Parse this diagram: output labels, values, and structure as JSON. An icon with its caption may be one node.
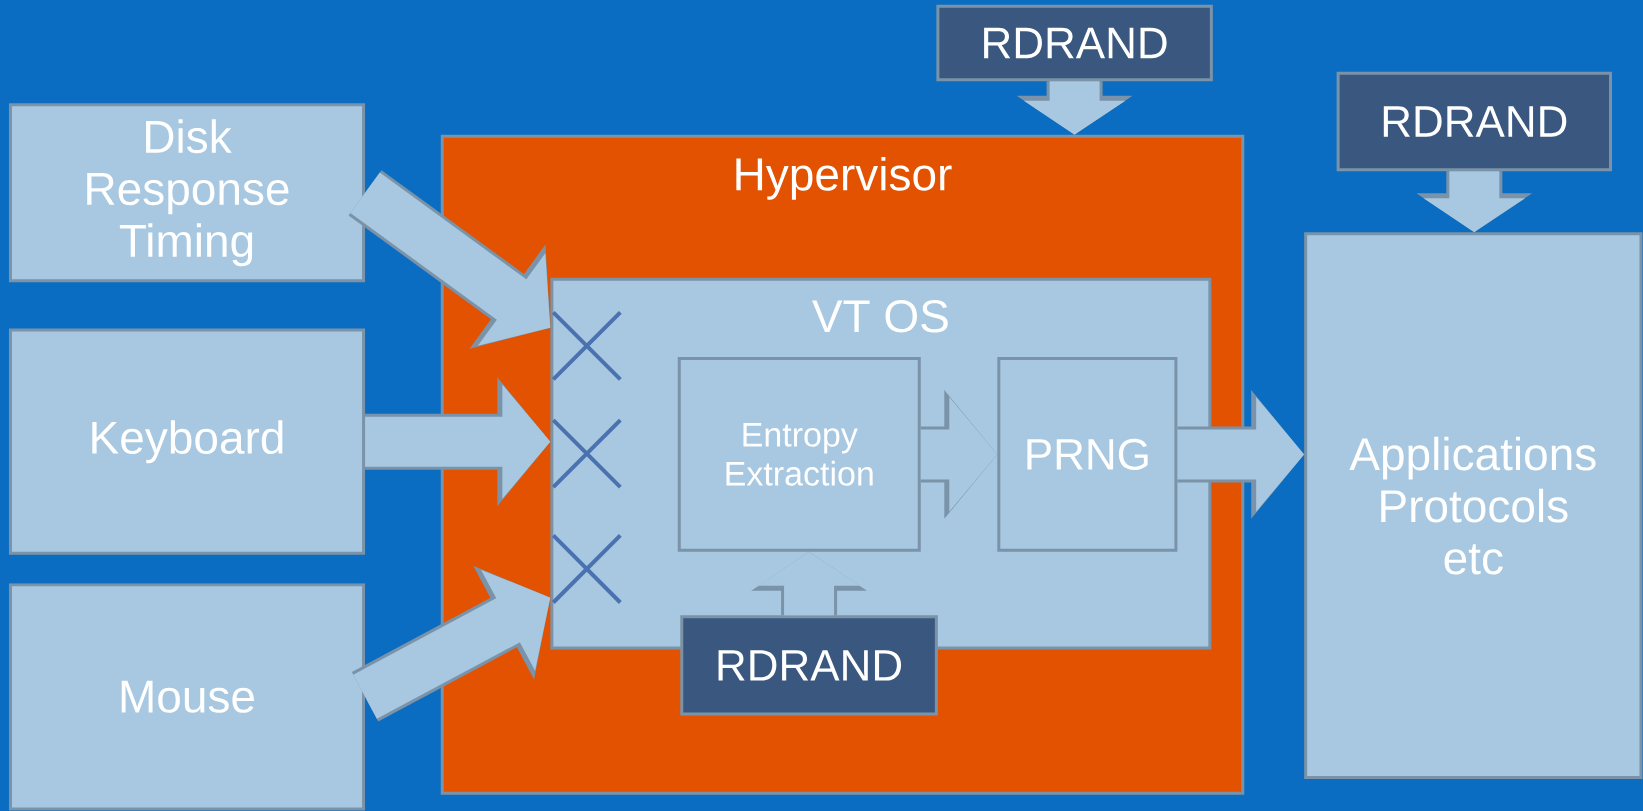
{
  "diagram": {
    "nodes": [
      {
        "text": [
          "Disk Response Timing"
        ]
      },
      {
        "text": [
          "Keyboard"
        ]
      },
      {
        "text": [
          "Mouse"
        ]
      },
      {
        "text": [
          "Hypervisor"
        ]
      },
      {
        "text": [
          "VT OS"
        ],
        "in": 3
      },
      {
        "text": [
          "Entropy Extraction"
        ],
        "in": 4
      },
      {
        "text": [
          "PRNG"
        ],
        "in": 4
      },
      {
        "text": [
          "RDRAND"
        ],
        "in": 3
      },
      {
        "text": [
          "RDRAND"
        ]
      },
      {
        "text": [
          "RDRAND"
        ]
      },
      {
        "text": [
          "Applications Protocols etc"
        ]
      }
    ],
    "edges": [
      {
        "from": 0,
        "to": 4,
        "arrow": "to"
      },
      {
        "from": 1,
        "to": 4,
        "arrow": "to"
      },
      {
        "from": 2,
        "to": 4,
        "arrow": "to"
      },
      {
        "from": 8,
        "to": 3,
        "arrow": "to"
      },
      {
        "from": 7,
        "to": 5,
        "arrow": "to"
      },
      {
        "from": 5,
        "to": 6,
        "arrow": "to"
      },
      {
        "from": 6,
        "to": 10,
        "arrow": "to"
      },
      {
        "from": 9,
        "to": 10,
        "arrow": "to"
      }
    ]
  }
}
